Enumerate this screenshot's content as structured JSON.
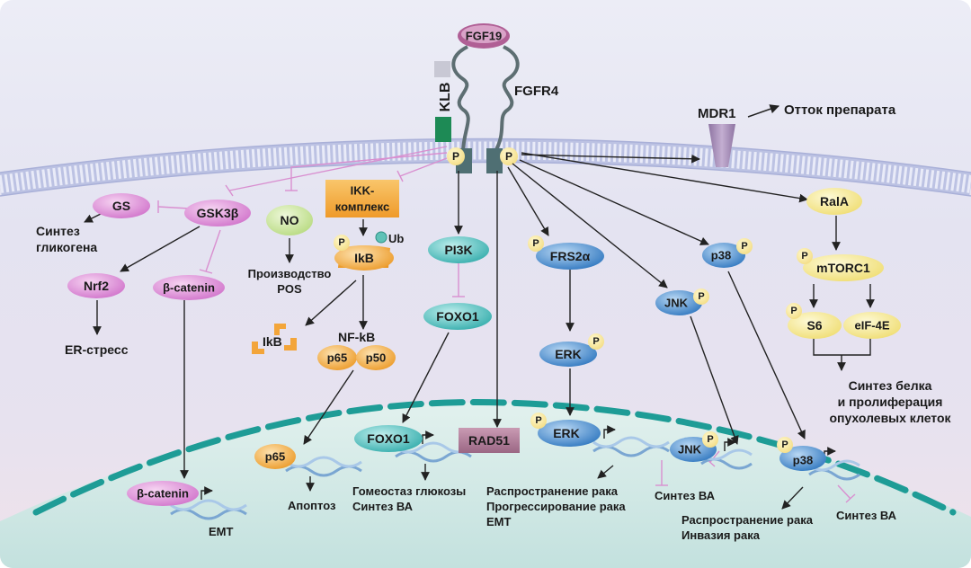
{
  "ligand": "FGF19",
  "coreceptor": "KLB",
  "receptor": "FGFR4",
  "phospho": "P",
  "ubiquitin": "Ub",
  "transporter": {
    "name": "MDR1",
    "effect": "Отток препарата"
  },
  "nodes": {
    "gs": "GS",
    "gsk3b": "GSK3β",
    "nrf2": "Nrf2",
    "bcat": "β-catenin",
    "no": "NO",
    "ikk1": "IKK-",
    "ikk2": "комплекс",
    "ikb": "IkB",
    "ikb_free": "IkB",
    "nfkb": "NF-kB",
    "p65": "p65",
    "p50": "p50",
    "pi3k": "PI3K",
    "foxo1": "FOXO1",
    "frs2a": "FRS2α",
    "erk": "ERK",
    "jnk": "JNK",
    "p38": "p38",
    "rala": "RalA",
    "mtorc1": "mTORC1",
    "s6": "S6",
    "eif4e": "eIF-4E",
    "rad51": "RAD51"
  },
  "nuclear": {
    "bcat": "β-catenin",
    "p65": "p65",
    "foxo1": "FOXO1",
    "erk": "ERK",
    "jnk": "JNK",
    "p38": "p38"
  },
  "outcomes": {
    "glyco1": "Синтез",
    "glyco2": "гликогена",
    "er_stress": "ER-стресс",
    "ros1": "Производство",
    "ros2": "POS",
    "protein1": "Синтез белка",
    "protein2": "и пролиферация",
    "protein3": "опухолевых клеток",
    "emt": "EMT",
    "apoptosis": "Апоптоз",
    "gluco1": "Гомеостаз глюкозы",
    "gluco2": "Синтез ВА",
    "spread1": "Распространение рака",
    "spread2": "Прогрессирование рака",
    "spread3": "EMT",
    "ba_jnk": "Синтез ВА",
    "p38_1": "Распространение рака",
    "p38_2": "Инвазия рака",
    "ba_p38": "Синтез ВА"
  },
  "colors": {
    "pink": "#d77bd0",
    "teal": "#3cb7b6",
    "blue": "#2f7ec9",
    "orange": "#f1a63a",
    "yellow": "#f5e896",
    "green_no": "#c9e59a",
    "rad51": "#a5728d",
    "mdr1": "#a58cb3",
    "nucleus": "#d3eae6",
    "membrane": "#c5cae8"
  }
}
